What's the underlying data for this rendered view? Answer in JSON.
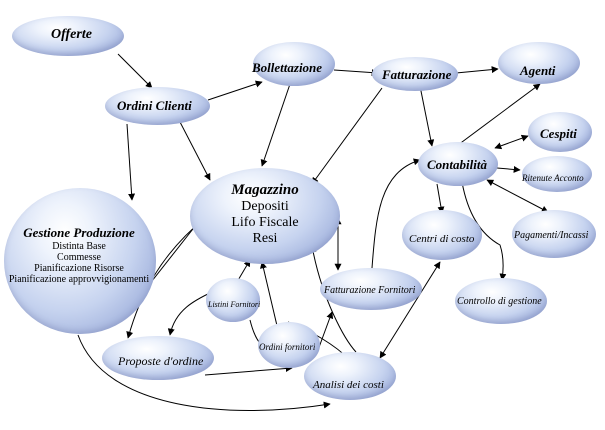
{
  "nodes": {
    "offerte": "Offerte",
    "ordini_clienti": "Ordini Clienti",
    "bollettazione": "Bollettazione",
    "fatturazione": "Fatturazione",
    "agenti": "Agenti",
    "cespiti": "Cespiti",
    "contabilita": "Contabilità",
    "ritenute_acconto": "Ritenute Acconto",
    "centri_di_costo": "Centri di costo",
    "pagamenti_incassi": "Pagamenti/Incassi",
    "controllo_gestione": "Controllo di gestione",
    "fatturazione_fornitori": "Fatturazione Fornitori",
    "listini_fornitori": "Listini Fornitori",
    "ordini_fornitori": "Ordini fornitori",
    "proposte_ordine": "Proposte d'ordine",
    "analisi_costi": "Analisi dei costi",
    "magazzino": {
      "title": "Magazzino",
      "lines": [
        "Depositi",
        "Lifo Fiscale",
        "Resi"
      ]
    },
    "gestione_produzione": {
      "title": "Gestione Produzione",
      "lines": [
        "Distinta Base",
        "Commesse",
        "Pianificazione Risorse",
        "Pianificazione approvvigionamenti"
      ]
    }
  }
}
